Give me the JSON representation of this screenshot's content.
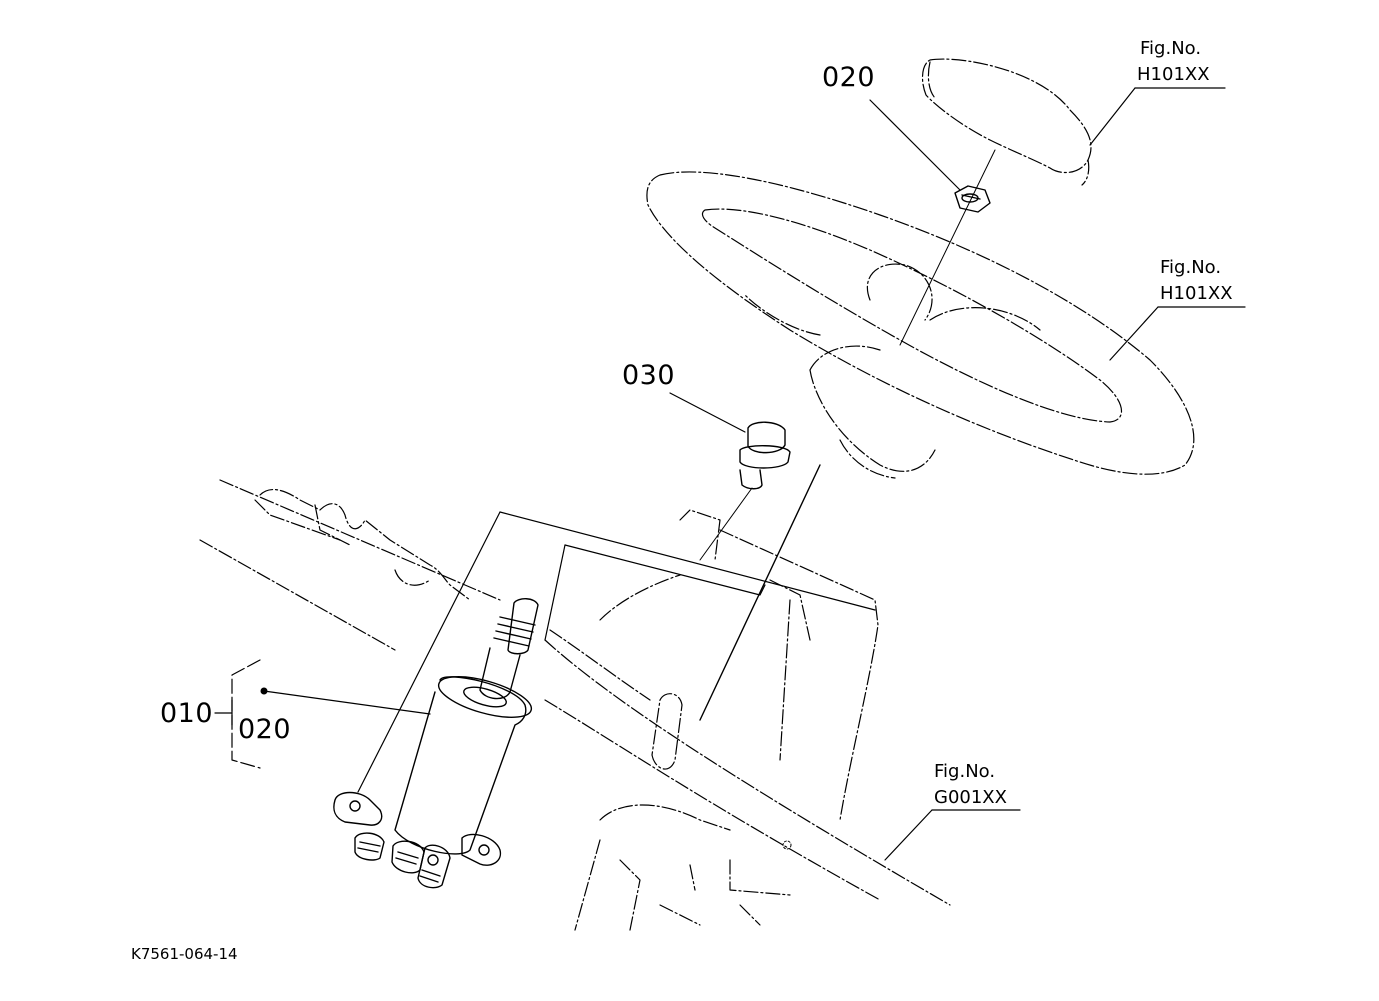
{
  "labels": {
    "part_020_top": "020",
    "part_030": "030",
    "part_010": "010",
    "part_020_group": "020"
  },
  "figure_refs": {
    "cap_fig_no": "Fig.No.",
    "cap_fig_code": "H101XX",
    "wheel_fig_no": "Fig.No.",
    "wheel_fig_code": "H101XX",
    "frame_fig_no": "Fig.No.",
    "frame_fig_code": "G001XX"
  },
  "drawing_code": "K7561-064-14"
}
